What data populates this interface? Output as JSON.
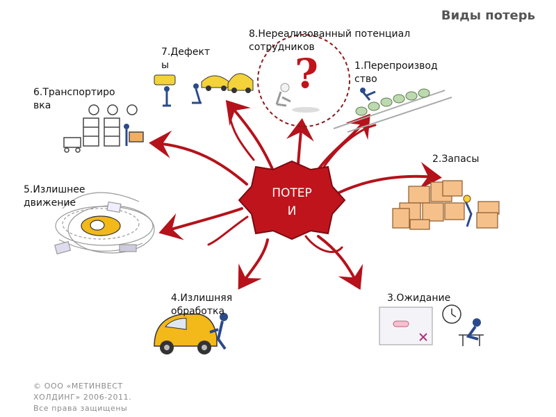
{
  "title": "Виды потерь",
  "center": {
    "text": "ПОТЕР\nИ"
  },
  "colors": {
    "accent": "#c0141c",
    "arrow": "#b5121b",
    "text": "#111111",
    "title": "#555555"
  },
  "labels": {
    "overproduction": "1.Перепроизвод\nство",
    "inventory": "2.Запасы",
    "waiting": "3.Ожидание",
    "overprocessing": "4.Излишняя\nобработка",
    "motion": "5.Излишнее\nдвижение",
    "transportation": "6.Транспортиро\nвка",
    "defects": "7.Дефект\nы",
    "unused_talent": "8.Нереализованный потенциал\nсотрудников"
  },
  "footer": "© ООО «МЕТИНВЕСТ\nХОЛДИНГ» 2006-2011.\nВсе права защищены"
}
